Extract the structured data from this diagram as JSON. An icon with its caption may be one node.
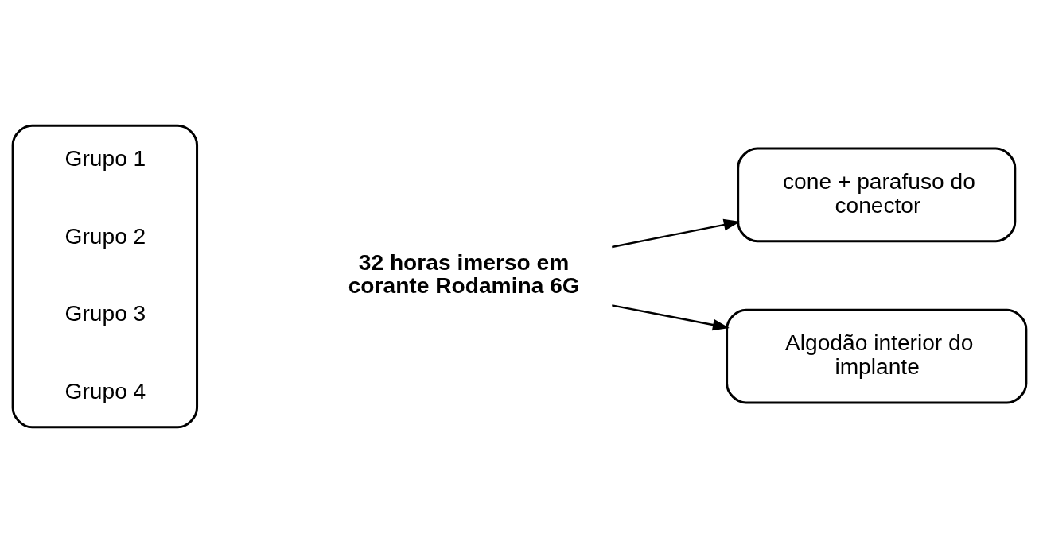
{
  "diagram": {
    "nodes": [
      {
        "text": [
          "Grupo 1",
          "Grupo 2",
          "Grupo 3",
          "Grupo 4"
        ]
      },
      {
        "text": [
          "32 horas imerso em corante Rodamina 6G"
        ]
      },
      {
        "text": [
          "cone + parafuso do conector"
        ]
      },
      {
        "text": [
          "Algodão interior do implante"
        ]
      }
    ],
    "edges": [
      {
        "from": 1,
        "to": 2,
        "arrow": "to"
      },
      {
        "from": 1,
        "to": 3,
        "arrow": "to"
      }
    ]
  }
}
